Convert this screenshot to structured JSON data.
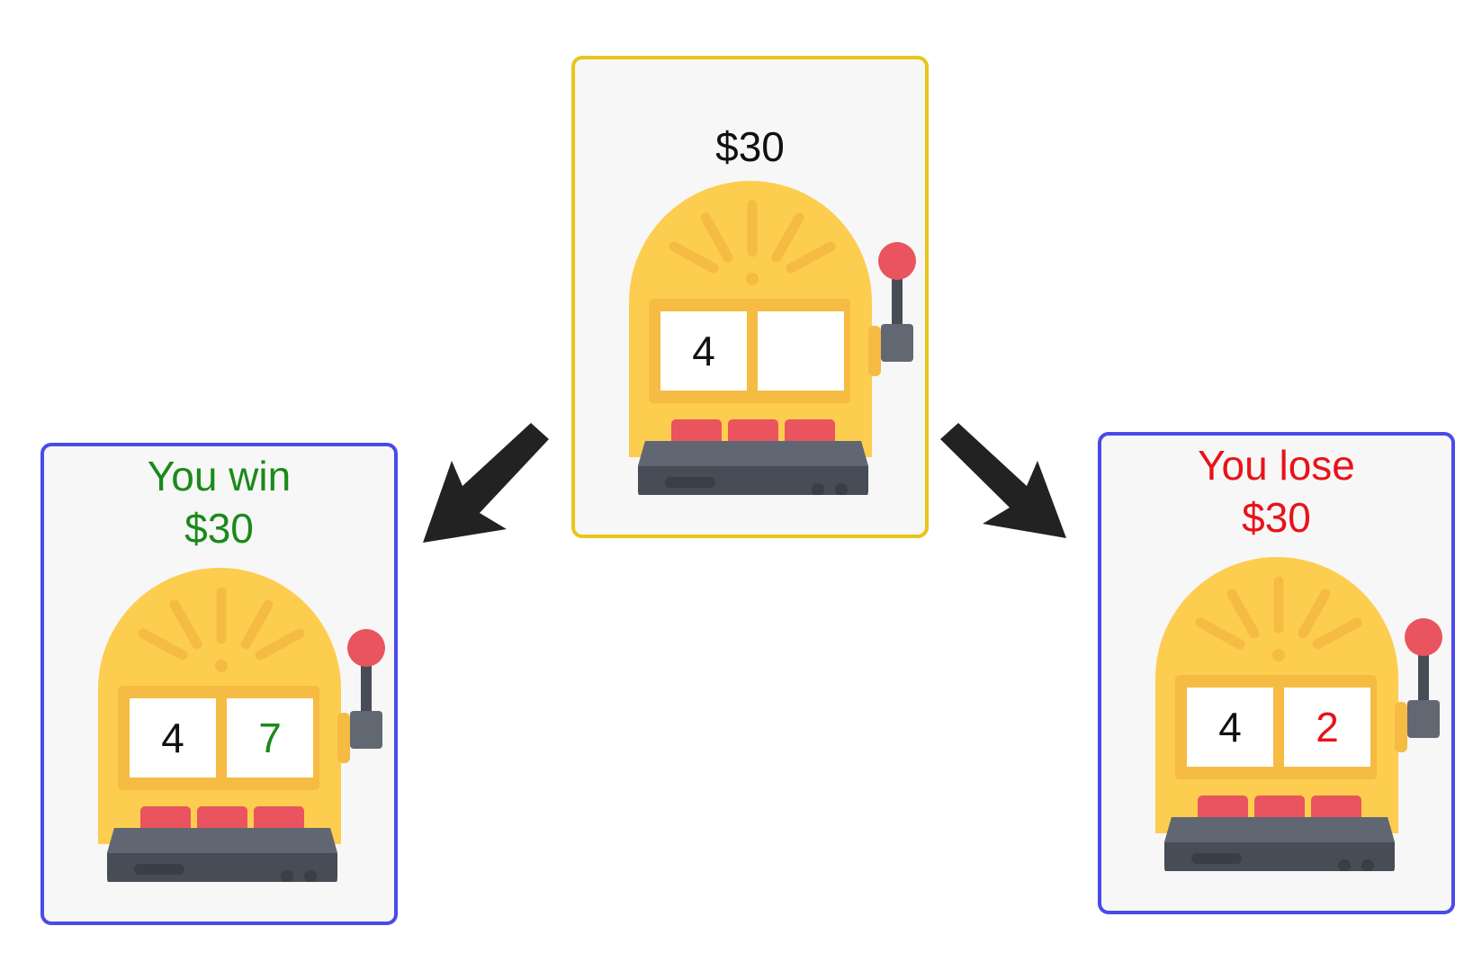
{
  "top_card": {
    "amount": "$30",
    "reel_1": "4",
    "reel_2": ""
  },
  "left_card": {
    "heading_line1": "You win",
    "heading_line2": "$30",
    "reel_1": "4",
    "reel_2": "7"
  },
  "right_card": {
    "heading_line1": "You lose",
    "heading_line2": "$30",
    "reel_1": "4",
    "reel_2": "2"
  },
  "colors": {
    "top_border": "#e8c51a",
    "outcome_border": "#4a4aeb",
    "win": "#1a8a1a",
    "lose": "#e8131a",
    "machine_body": "#fdcd4f",
    "machine_trim": "#f5bb42",
    "button_red": "#e9545f",
    "base_dark": "#474c56"
  }
}
